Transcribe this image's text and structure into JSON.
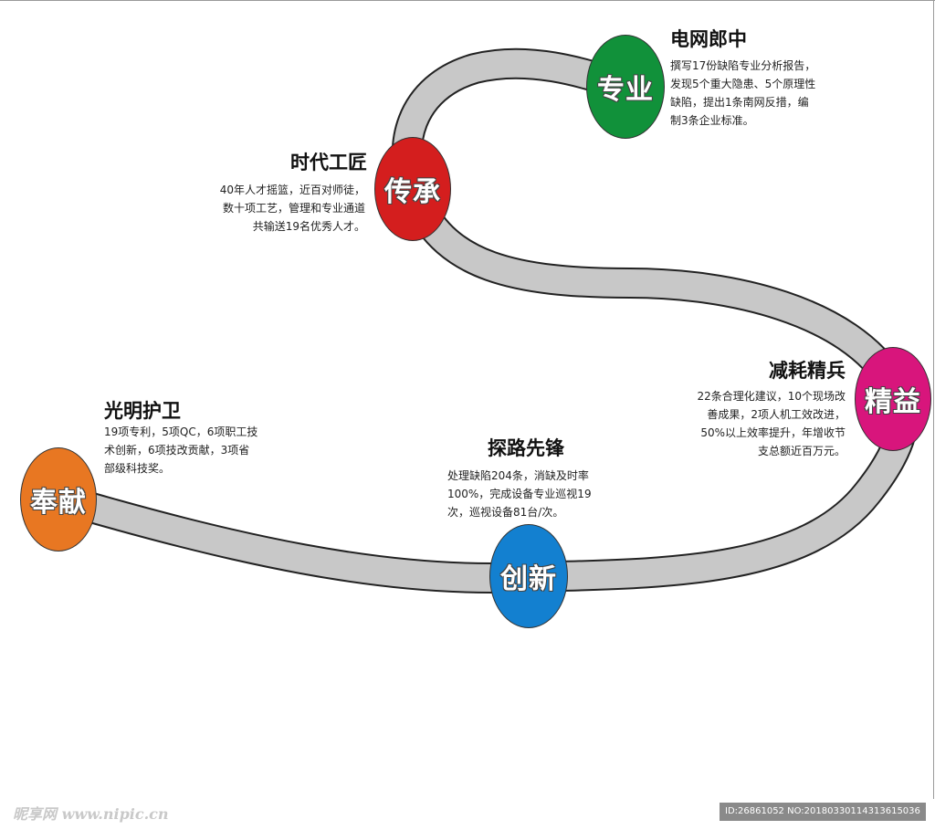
{
  "colors": {
    "path_fill": "#c8c8c8",
    "path_edge": "#222222",
    "node_orange": "#e87722",
    "node_blue": "#1380d0",
    "node_magenta": "#d8157c",
    "node_red": "#d41e1e",
    "node_green": "#11913a"
  },
  "nodes": {
    "fengxian": {
      "label": "奉献",
      "color": "#e87722"
    },
    "chuangxin": {
      "label": "创新",
      "color": "#1380d0"
    },
    "jingyi": {
      "label": "精益",
      "color": "#d8157c"
    },
    "chuancheng": {
      "label": "传承",
      "color": "#d41e1e"
    },
    "zhuanye": {
      "label": "专业",
      "color": "#11913a"
    }
  },
  "sections": {
    "guangming": {
      "title": "光明护卫",
      "lines": [
        "19项专利，5项QC，6项职工技",
        "术创新，6项技改贡献，3项省",
        "部级科技奖。"
      ]
    },
    "tanlu": {
      "title": "探路先锋",
      "lines": [
        "处理缺陷204条，消缺及时率",
        "100%，完成设备专业巡视19",
        "次，巡视设备81台/次。"
      ]
    },
    "jianhao": {
      "title": "减耗精兵",
      "lines": [
        "22条合理化建议，10个现场改",
        "善成果，2项人机工效改进，",
        "50%以上效率提升，年增收节",
        "支总额近百万元。"
      ]
    },
    "shidai": {
      "title": "时代工匠",
      "lines": [
        "40年人才摇篮，近百对师徒，",
        "数十项工艺，管理和专业通道",
        "共输送19名优秀人才。"
      ]
    },
    "dianwang": {
      "title": "电网郎中",
      "lines": [
        "撰写17份缺陷专业分析报告，",
        "发现5个重大隐患、5个原理性",
        "缺陷，提出1条南网反措，编",
        "制3条企业标准。"
      ]
    }
  },
  "watermark": {
    "left": "昵享网 www.nipic.cn",
    "right": "ID:26861052 NO:20180330114313615036"
  }
}
